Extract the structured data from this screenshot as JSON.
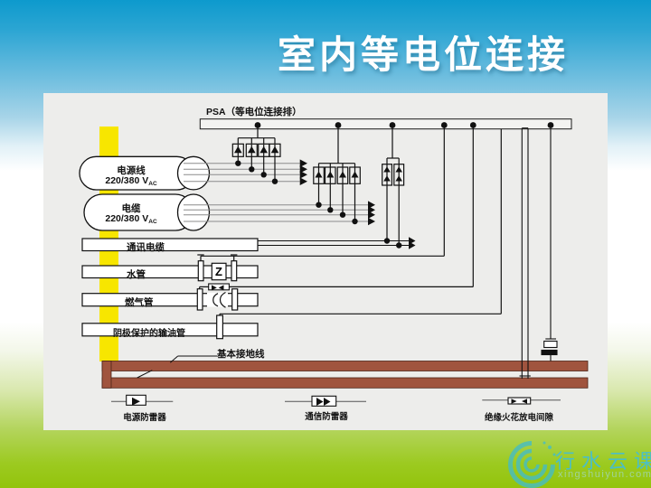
{
  "title": "室内等电位连接",
  "diagram": {
    "psa_label": "PSA（等电位连接排）",
    "power_line": {
      "name": "电源线",
      "voltage": "220/380 V",
      "voltage_sub": "AC"
    },
    "cable": {
      "name": "电缆",
      "voltage": "220/380 V",
      "voltage_sub": "AC"
    },
    "telecom_cable": "通讯电缆",
    "water_pipe": "水管",
    "water_pipe_device": "Z",
    "gas_pipe": "燃气管",
    "oil_pipe": "阴极保护的输油管",
    "ground_line": "基本接地线",
    "legend": [
      {
        "symbol": "single-arrow",
        "label": "电源防雷器"
      },
      {
        "symbol": "double-arrow",
        "label": "通信防雷器"
      },
      {
        "symbol": "opposed-arrows",
        "label": "绝缘火花放电间隙"
      }
    ],
    "colors": {
      "riser_yellow": "#F7E600",
      "ground_brown": "#A0543E",
      "panel_gray": "#EDEDEB",
      "background_blue": "#0D9ACD",
      "background_green": "#93C40C"
    }
  },
  "watermark": {
    "brand": "行水云课",
    "domain": "xingshuiyun.com"
  }
}
